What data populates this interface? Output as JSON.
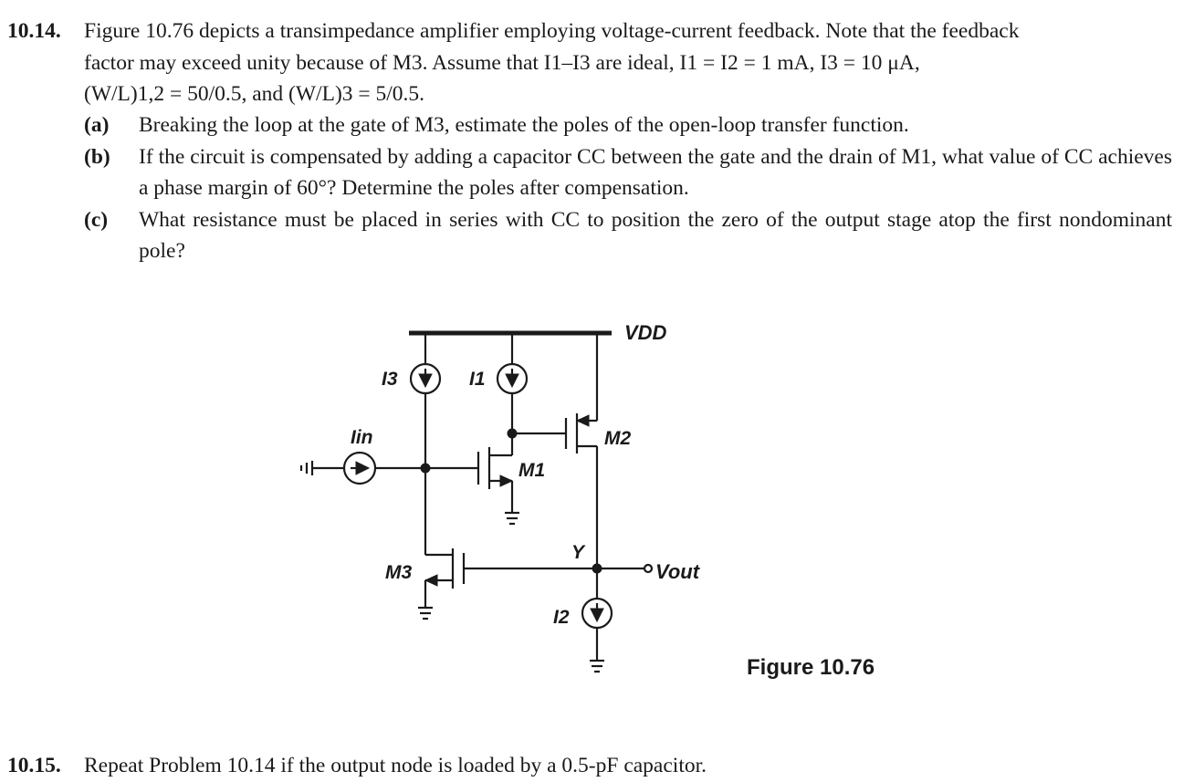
{
  "problem_14": {
    "number": "10.14.",
    "text_line1": "Figure 10.76 depicts a transimpedance amplifier employing voltage-current feedback. Note that the feedback",
    "text_line2": "factor may exceed unity because of M3. Assume that I1–I3 are ideal, I1 = I2 = 1 mA, I3 = 10 μA,",
    "text_line3": "(W/L)1,2 = 50/0.5, and (W/L)3 = 5/0.5.",
    "parts": [
      {
        "label": "(a)",
        "text": "Breaking the loop at the gate of M3, estimate the poles of the open-loop transfer function."
      },
      {
        "label": "(b)",
        "text": "If the circuit is compensated by adding a capacitor CC between the gate and the drain of M1, what value of CC achieves a phase margin of 60°? Determine the poles after compensation."
      },
      {
        "label": "(c)",
        "text": "What resistance must be placed in series with CC to position the zero of the output stage atop the first nondominant pole?"
      }
    ]
  },
  "figure": {
    "caption": "Figure 10.76",
    "labels": {
      "vdd": "VDD",
      "i3": "I3",
      "i1": "I1",
      "i2": "I2",
      "iin": "Iin",
      "m1": "M1",
      "m2": "M2",
      "m3": "M3",
      "y": "Y",
      "vout": "Vout"
    }
  },
  "problem_15": {
    "number": "10.15.",
    "text": "Repeat Problem 10.14 if the output node is loaded by a 0.5-pF capacitor."
  }
}
